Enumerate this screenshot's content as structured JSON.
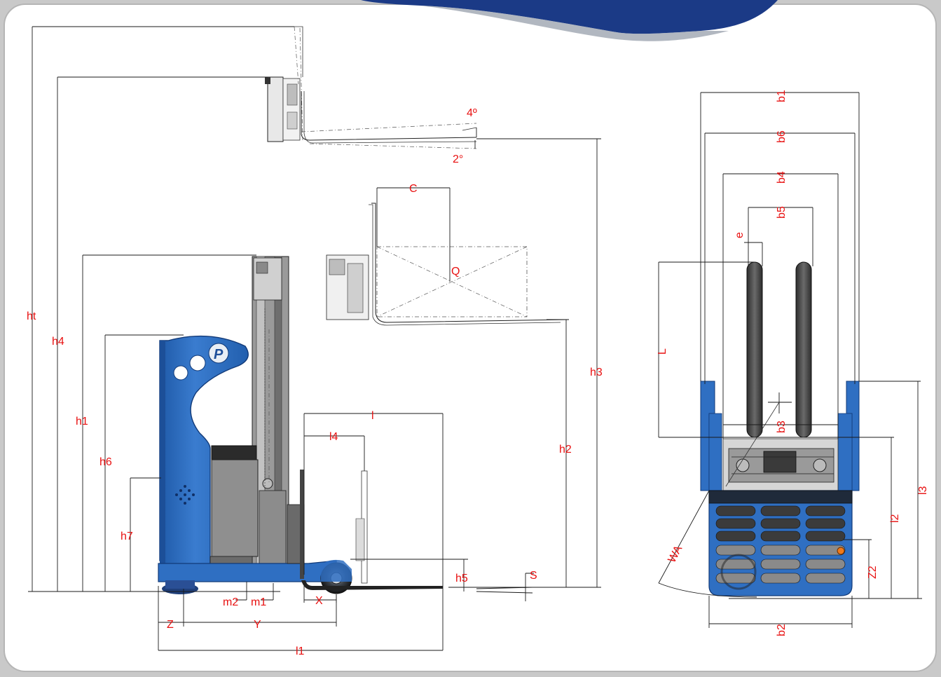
{
  "colors": {
    "background": "#ffffff",
    "frame_gray": "#c9c9c9",
    "truck_blue": "#2f6fc2",
    "dark_blue_corner": "#1b3a86",
    "label_red": "#e81010",
    "fork_dark": "#3a3a3a",
    "mast_gray": "#8e8e8e"
  },
  "icons": {
    "brand_logo": "logo-p-icon",
    "load_center": "crosshair-icon"
  },
  "side_view": {
    "height_labels": {
      "ht": "ht",
      "h4": "h4",
      "h1": "h1",
      "h6": "h6",
      "h7": "h7",
      "h3": "h3",
      "h2": "h2",
      "h5": "h5"
    },
    "length_labels": {
      "l": "l",
      "l4": "l4",
      "l1": "l1",
      "x": "X",
      "y": "Y",
      "z": "Z",
      "m1": "m1",
      "m2": "m2",
      "s": "S"
    },
    "load_labels": {
      "c": "C",
      "q": "Q"
    },
    "angle_labels": {
      "tilt_up": "4º",
      "tilt_down": "2°"
    }
  },
  "top_view": {
    "width_labels": {
      "b1": "b1",
      "b6": "b6",
      "b4": "b4",
      "b5": "b5",
      "b3": "b3",
      "b2": "b2",
      "e": "e"
    },
    "length_labels": {
      "L": "L",
      "l2": "l2",
      "l3": "l3",
      "z2": "Z2",
      "wa": "WA"
    }
  }
}
